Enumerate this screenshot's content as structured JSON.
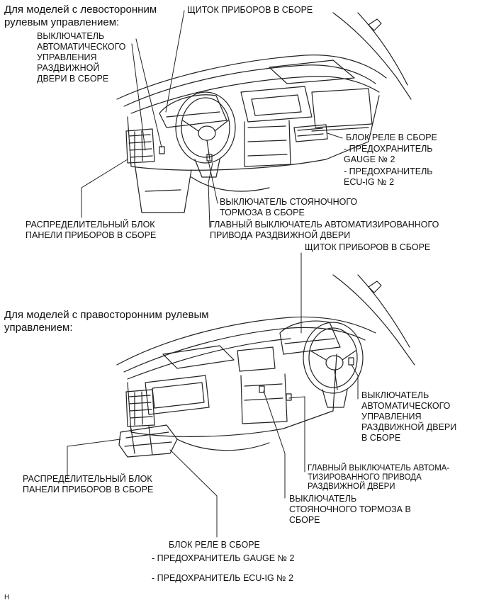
{
  "top": {
    "heading": "Для моделей с левосторонним\nрулевым управлением:",
    "labels": {
      "auto_door_switch": "ВЫКЛЮЧАТЕЛЬ\nАВТОМАТИЧЕСКОГО\nУПРАВЛЕНИЯ\nРАЗДВИЖНОЙ\nДВЕРИ В СБОРЕ",
      "instrument_panel": "ЩИТОК ПРИБОРОВ В СБОРЕ",
      "relay_block": "БЛОК РЕЛЕ В СБОРЕ",
      "fuse_gauge": "- ПРЕДОХРАНИТЕЛЬ\nGAUGE № 2",
      "fuse_ecu": "- ПРЕДОХРАНИТЕЛЬ\nECU-IG № 2",
      "parking_brake": "ВЫКЛЮЧАТЕЛЬ СТОЯНОЧНОГО\nТОРМОЗА В СБОРЕ",
      "main_switch": "ГЛАВНЫЙ ВЫКЛЮЧАТЕЛЬ АВТОМАТИЗИРОВАННОГО\nПРИВОДА РАЗДВИЖНОЙ ДВЕРИ",
      "junction_block": "РАСПРЕДЕЛИТЕЛЬНЫЙ БЛОК\nПАНЕЛИ ПРИБОРОВ В СБОРЕ"
    }
  },
  "bottom": {
    "heading": "Для моделей с правосторонним рулевым\nуправлением:",
    "labels": {
      "instrument_panel": "ЩИТОК ПРИБОРОВ В СБОРЕ",
      "auto_door_switch": "ВЫКЛЮЧАТЕЛЬ\nАВТОМАТИЧЕСКОГО\nУПРАВЛЕНИЯ\nРАЗДВИЖНОЙ ДВЕРИ\nВ СБОРЕ",
      "main_switch": "ГЛАВНЫЙ ВЫКЛЮЧАТЕЛЬ АВТОМА-\nТИЗИРОВАННОГО ПРИВОДА\nРАЗДВИЖНОЙ ДВЕРИ",
      "parking_brake": "ВЫКЛЮЧАТЕЛЬ\nСТОЯНОЧНОГО ТОРМОЗА В\nСБОРЕ",
      "junction_block": "РАСПРЕДЕЛИТЕЛЬНЫЙ БЛОК\nПАНЕЛИ ПРИБОРОВ В СБОРЕ",
      "relay_block": "БЛОК РЕЛЕ В СБОРЕ",
      "fuse_gauge": "- ПРЕДОХРАНИТЕЛЬ GAUGE № 2",
      "fuse_ecu": "- ПРЕДОХРАНИТЕЛЬ ECU-IG № 2"
    }
  },
  "footer_code": "H"
}
